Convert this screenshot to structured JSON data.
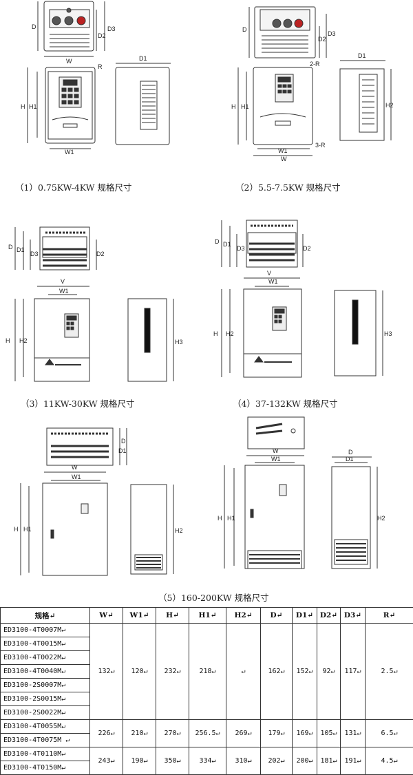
{
  "captions": [
    "（1）0.75KW-4KW 规格尺寸",
    "（2）5.5-7.5KW 规格尺寸",
    "（3）11KW-30KW 规格尺寸",
    "（4）37-132KW 规格尺寸",
    "（5）160-200KW 规格尺寸"
  ],
  "drawing_labels": {
    "d1": {
      "D": "D",
      "D2": "D2",
      "D3": "D3",
      "W": "W",
      "R": "R",
      "H": "H",
      "H1": "H1",
      "W1": "W1",
      "D1": "D1"
    },
    "d2": {
      "D": "D",
      "D2": "D2",
      "D3": "D3",
      "R2": "2-R",
      "D1": "D1",
      "H": "H",
      "H1": "H1",
      "H2": "H2",
      "W1": "W1",
      "W": "W",
      "R3": "3-R"
    },
    "d3": {
      "D": "D",
      "D1": "D1",
      "D3": "D3",
      "D2": "D2",
      "V": "V",
      "W1": "W1",
      "H": "H",
      "H2": "H2",
      "H3": "H3"
    },
    "d4": {
      "D": "D",
      "D1": "D1",
      "D3": "D3",
      "D2": "D2",
      "V": "V",
      "W1": "W1",
      "H": "H",
      "H2": "H2",
      "H3": "H3"
    },
    "d5": {
      "D": "D",
      "D1": "D1",
      "W": "W",
      "W1": "W1",
      "H": "H",
      "H1": "H1",
      "H2": "H2",
      "D1b": "D1",
      "Db": "D"
    }
  },
  "table": {
    "headers": [
      "规格↵",
      "W↵",
      "W1↵",
      "H↵",
      "H1↵",
      "H2↵",
      "D↵",
      "D1↵",
      "D2↵",
      "D3↵",
      "R↵"
    ],
    "group1": {
      "models": [
        "ED3100-4T0007M↵",
        "ED3100-4T0015M↵",
        "ED3100-4T0022M↵",
        "ED3100-4T0040M↵",
        "ED3100-2S0007M↵",
        "ED3100-2S0015M↵",
        "ED3100-2S0022M↵"
      ],
      "values": [
        "132↵",
        "120↵",
        "232↵",
        "218↵",
        "↵",
        "162↵",
        "152↵",
        "92↵",
        "117↵",
        "2.5↵"
      ]
    },
    "group2": {
      "models": [
        "ED3100-4T0055M↵",
        "ED3100-4T0075M ↵"
      ],
      "values": [
        "226↵",
        "210↵",
        "270↵",
        "256.5↵",
        "269↵",
        "179↵",
        "169↵",
        "105↵",
        "131↵",
        "6.5↵"
      ]
    },
    "group3": {
      "models": [
        "ED3100-4T0110M↵",
        "ED3100-4T0150M↵"
      ],
      "values": [
        "243↵",
        "190↵",
        "350↵",
        "334↵",
        "310↵",
        "202↵",
        "200↵",
        "181↵",
        "191↵",
        "4.5↵"
      ]
    }
  }
}
